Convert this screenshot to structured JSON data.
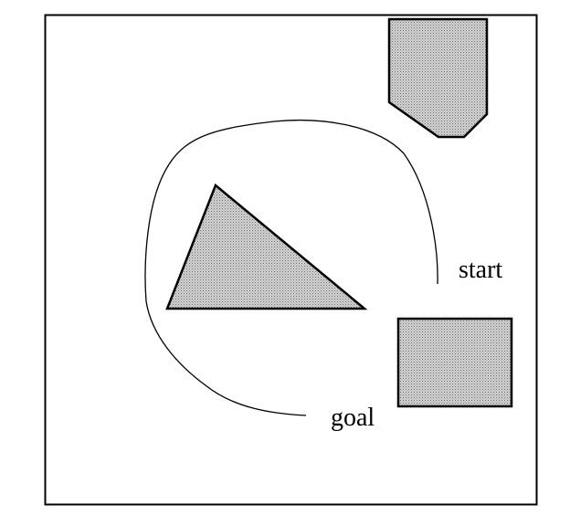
{
  "labels": {
    "start": "start",
    "goal": "goal"
  },
  "colors": {
    "background": "#ffffff",
    "border": "#000000",
    "obstacle_fill": "#c8c8c8",
    "obstacle_stroke": "#000000",
    "path_stroke": "#000000"
  },
  "obstacles": [
    "pentagon-obstacle",
    "triangle-obstacle",
    "rectangle-obstacle"
  ]
}
